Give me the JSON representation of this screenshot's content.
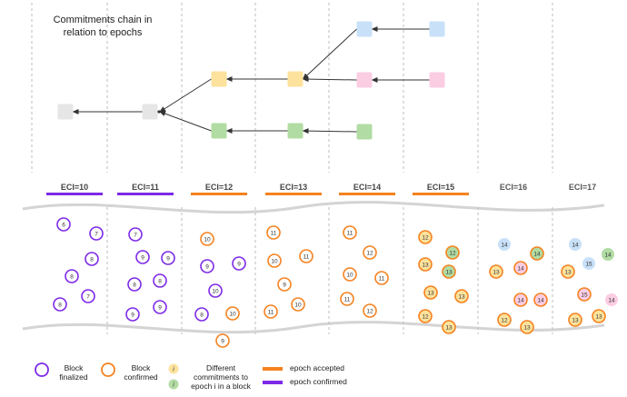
{
  "title_lines": [
    "Commitments chain in",
    "relation to epochs"
  ],
  "colors": {
    "finalized": "#7d2ae8",
    "confirmed": "#f5821f",
    "gray": "#e6e6e6",
    "yellow": "#fce29c",
    "green": "#b1dca3",
    "blue": "#c8e1f9",
    "pink": "#fbcde3",
    "band_line": "#d4d4d4",
    "divider": "#bdbdbd"
  },
  "epochs": [
    {
      "label": "ECI=10",
      "status": "confirmed"
    },
    {
      "label": "ECI=11",
      "status": "confirmed"
    },
    {
      "label": "ECI=12",
      "status": "accepted"
    },
    {
      "label": "ECI=13",
      "status": "accepted"
    },
    {
      "label": "ECI=14",
      "status": "accepted"
    },
    {
      "label": "ECI=15",
      "status": "accepted"
    },
    {
      "label": "ECI=16",
      "status": "none"
    },
    {
      "label": "ECI=17",
      "status": "none"
    }
  ],
  "commitment_chain": {
    "nodes": [
      {
        "id": "g1",
        "color": "gray"
      },
      {
        "id": "g2",
        "color": "gray"
      },
      {
        "id": "y1",
        "color": "yellow"
      },
      {
        "id": "gr1",
        "color": "green"
      },
      {
        "id": "y2",
        "color": "yellow"
      },
      {
        "id": "gr2",
        "color": "green"
      },
      {
        "id": "b1",
        "color": "blue"
      },
      {
        "id": "p1",
        "color": "pink"
      },
      {
        "id": "gr3",
        "color": "green"
      },
      {
        "id": "b2",
        "color": "blue"
      },
      {
        "id": "p2",
        "color": "pink"
      }
    ],
    "edges": [
      [
        "g2",
        "g1"
      ],
      [
        "y1",
        "g2"
      ],
      [
        "gr1",
        "g2"
      ],
      [
        "y2",
        "y1"
      ],
      [
        "gr2",
        "gr1"
      ],
      [
        "b1",
        "y2"
      ],
      [
        "p1",
        "y2"
      ],
      [
        "gr3",
        "gr2"
      ],
      [
        "b2",
        "b1"
      ],
      [
        "p2",
        "p1"
      ]
    ]
  },
  "blocks": [
    [
      {
        "v": "6",
        "s": "f"
      },
      {
        "v": "7",
        "s": "f"
      },
      {
        "v": "8",
        "s": "f"
      },
      {
        "v": "8",
        "s": "f"
      },
      {
        "v": "7",
        "s": "f"
      },
      {
        "v": "8",
        "s": "f"
      }
    ],
    [
      {
        "v": "7",
        "s": "f"
      },
      {
        "v": "9",
        "s": "f"
      },
      {
        "v": "9",
        "s": "f"
      },
      {
        "v": "8",
        "s": "f"
      },
      {
        "v": "8",
        "s": "f"
      },
      {
        "v": "9",
        "s": "f"
      },
      {
        "v": "9",
        "s": "f"
      }
    ],
    [
      {
        "v": "10",
        "s": "c"
      },
      {
        "v": "9",
        "s": "f"
      },
      {
        "v": "9",
        "s": "f"
      },
      {
        "v": "10",
        "s": "f"
      },
      {
        "v": "8",
        "s": "f"
      },
      {
        "v": "10",
        "s": "c"
      },
      {
        "v": "9",
        "s": "c"
      }
    ],
    [
      {
        "v": "11",
        "s": "c"
      },
      {
        "v": "10",
        "s": "c"
      },
      {
        "v": "11",
        "s": "c"
      },
      {
        "v": "9",
        "s": "c"
      },
      {
        "v": "11",
        "s": "c"
      },
      {
        "v": "10",
        "s": "c"
      }
    ],
    [
      {
        "v": "11",
        "s": "c"
      },
      {
        "v": "12",
        "s": "c"
      },
      {
        "v": "10",
        "s": "c"
      },
      {
        "v": "11",
        "s": "c"
      },
      {
        "v": "11",
        "s": "c"
      },
      {
        "v": "12",
        "s": "c"
      }
    ],
    [
      {
        "v": "12",
        "s": "c",
        "c": "yellow"
      },
      {
        "v": "12",
        "s": "c",
        "c": "green"
      },
      {
        "v": "13",
        "s": "c",
        "c": "yellow"
      },
      {
        "v": "13",
        "s": "c",
        "c": "green"
      },
      {
        "v": "13",
        "s": "c",
        "c": "yellow"
      },
      {
        "v": "13",
        "s": "c",
        "c": "yellow"
      },
      {
        "v": "12",
        "s": "c",
        "c": "yellow"
      },
      {
        "v": "13",
        "s": "c",
        "c": "yellow"
      }
    ],
    [
      {
        "v": "14",
        "s": "n",
        "c": "blue"
      },
      {
        "v": "14",
        "s": "c",
        "c": "green"
      },
      {
        "v": "13",
        "s": "c",
        "c": "yellow"
      },
      {
        "v": "14",
        "s": "c",
        "c": "pink"
      },
      {
        "v": "14",
        "s": "c",
        "c": "pink"
      },
      {
        "v": "14",
        "s": "c",
        "c": "pink"
      },
      {
        "v": "12",
        "s": "c",
        "c": "yellow"
      },
      {
        "v": "13",
        "s": "c",
        "c": "yellow"
      }
    ],
    [
      {
        "v": "14",
        "s": "n",
        "c": "blue"
      },
      {
        "v": "14",
        "s": "n",
        "c": "green"
      },
      {
        "v": "15",
        "s": "n",
        "c": "blue"
      },
      {
        "v": "13",
        "s": "c",
        "c": "yellow"
      },
      {
        "v": "15",
        "s": "c",
        "c": "pink"
      },
      {
        "v": "14",
        "s": "n",
        "c": "pink"
      },
      {
        "v": "13",
        "s": "c",
        "c": "yellow"
      },
      {
        "v": "13",
        "s": "c",
        "c": "yellow"
      }
    ]
  ],
  "legend": {
    "finalized_label_1": "Block",
    "finalized_label_2": "finalized",
    "confirmed_label_1": "Block",
    "confirmed_label_2": "confirmed",
    "i_marker": "i",
    "commitments_lines": [
      "Different",
      "commitments to",
      "epoch i in a block"
    ],
    "accepted_label": "epoch accepted",
    "epoch_confirmed_label": "epoch confirmed"
  }
}
